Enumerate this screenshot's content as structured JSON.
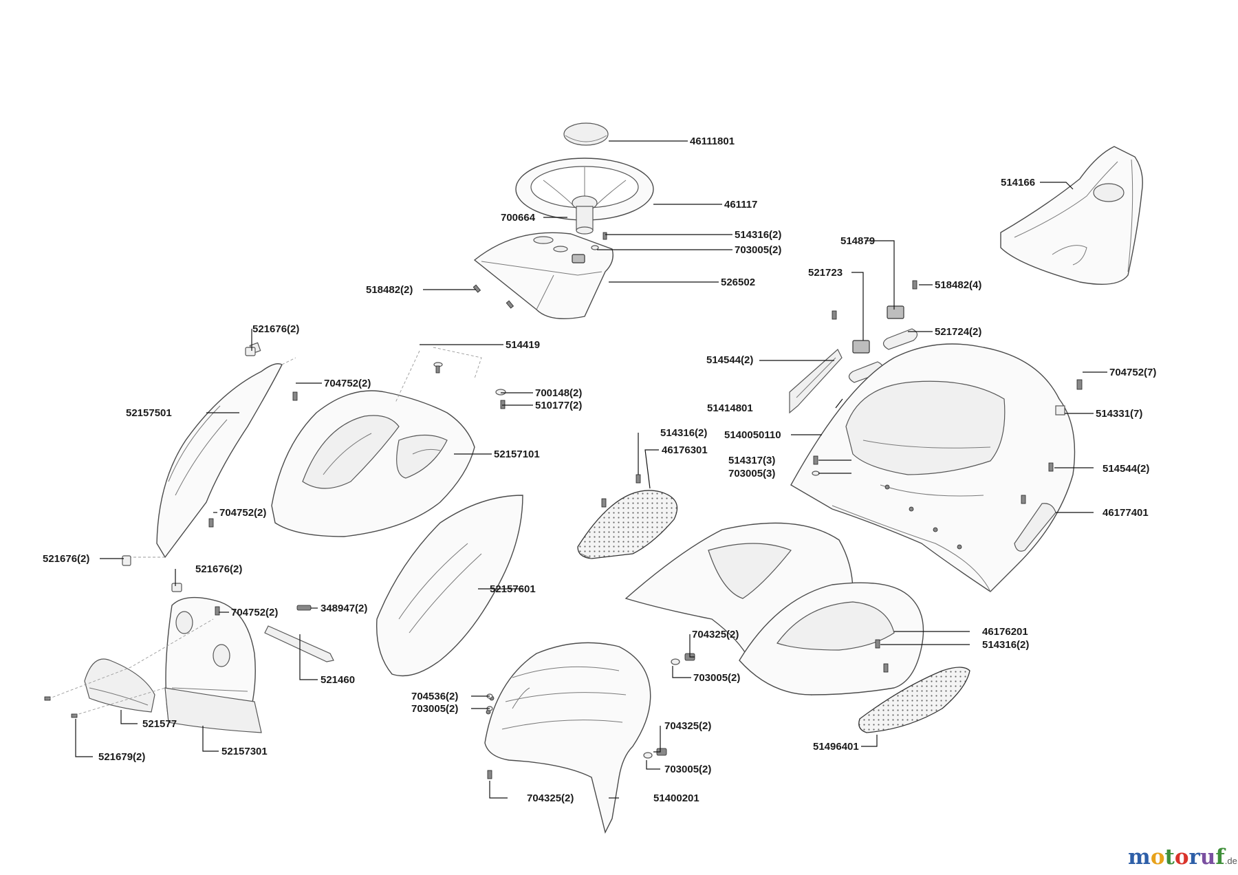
{
  "labels": {
    "l46111801": "46111801",
    "l461117": "461117",
    "l700664": "700664",
    "l514316a": "514316(2)",
    "l703005a": "703005(2)",
    "l526502": "526502",
    "l518482a": "518482(2)",
    "l514166": "514166",
    "l514879": "514879",
    "l521723": "521723",
    "l518482b": "518482(4)",
    "l521724": "521724(2)",
    "l521676a": "521676(2)",
    "l514419": "514419",
    "l704752a": "704752(2)",
    "l700148": "700148(2)",
    "l510177": "510177(2)",
    "l52157501": "52157501",
    "l52157101": "52157101",
    "l514544a": "514544(2)",
    "l51414801": "51414801",
    "l704752b": "704752(7)",
    "l514331": "514331(7)",
    "l5140050110": "5140050110",
    "l514316b": "514316(2)",
    "l46176301": "46176301",
    "l514317": "514317(3)",
    "l703005b": "703005(3)",
    "l514544b": "514544(2)",
    "l704752c": "704752(2)",
    "l46177401": "46177401",
    "l521676b": "521676(2)",
    "l521676c": "521676(2)",
    "l704752d": "704752(2)",
    "l348947": "348947(2)",
    "l52157601": "52157601",
    "l46176201": "46176201",
    "l704325a": "704325(2)",
    "l514316c": "514316(2)",
    "l703005c": "703005(2)",
    "l521460": "521460",
    "l704536": "704536(2)",
    "l703005d": "703005(2)",
    "l521577": "521577",
    "l704325b": "704325(2)",
    "l703005e": "703005(2)",
    "l51496401": "51496401",
    "l52157301": "52157301",
    "l521679": "521679(2)",
    "l704325c": "704325(2)",
    "l51400201": "51400201"
  },
  "logo": {
    "m": "m",
    "o1": "o",
    "t": "t",
    "o2": "o",
    "r": "r",
    "u": "u",
    "f": "f",
    "domain": ".de",
    "colors": {
      "m": "#2e5fa8",
      "o1": "#e8a21b",
      "t": "#3f8f3a",
      "o2": "#d9332b",
      "r": "#2e5fa8",
      "u": "#7a4fa0",
      "f": "#3f8f3a"
    }
  }
}
